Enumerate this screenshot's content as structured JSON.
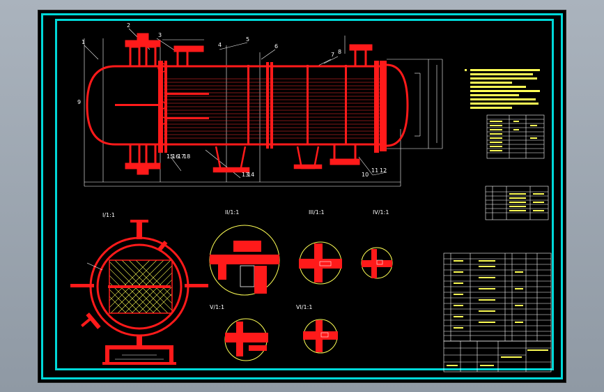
{
  "views": {
    "section_1": "I/1:1",
    "section_2": "II/1:1",
    "section_3": "III/1:1",
    "section_4": "IV/1:1",
    "section_5": "V/1:1",
    "section_6": "VI/1:1"
  },
  "part_numbers": [
    "1",
    "2",
    "3",
    "4",
    "5",
    "6",
    "7",
    "8",
    "9",
    "10",
    "11",
    "12",
    "13",
    "14",
    "15",
    "16",
    "17",
    "18"
  ],
  "colors": {
    "background": "#000000",
    "frame": "#00d8d8",
    "equipment": "#ff1a1a",
    "dimension": "#ffffff",
    "table_header": "#ffff55",
    "viewport": "#aab3bd"
  }
}
